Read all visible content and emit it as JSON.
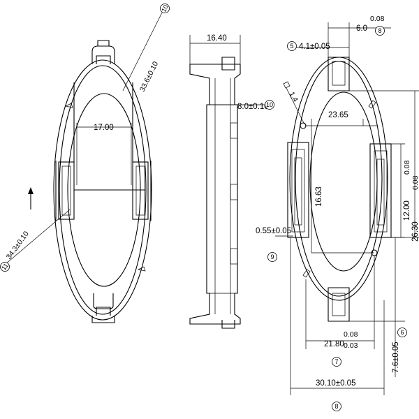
{
  "left_view": {
    "dims": {
      "width_17": "17.00",
      "callout_top": "33.6±0.10",
      "callout_top_num": "10",
      "callout_bottom": "34.3±0.10",
      "callout_bottom_num": "11"
    }
  },
  "middle_view": {
    "dims": {
      "width_top": "16.40",
      "height_8": "8.0±0.10",
      "height_8_num": "10"
    }
  },
  "right_view": {
    "dims": {
      "top_41": "4.1±0.05",
      "top_41_num": "5",
      "top_60": "6.0",
      "top_60_tol": "0.08",
      "top_60_num": "8",
      "angle_callout": "1.4",
      "width_2365": "23.65",
      "height_1663": "16.63",
      "right_12": "12.00",
      "right_12_tol": "0.08",
      "right_263": "26.30",
      "right_263_tol": "0.08",
      "dia_055": "0.55±0.05",
      "dia_055_num": "9",
      "bottom_218": "21.80",
      "bottom_218_tol1": "0.08",
      "bottom_218_tol2": "0.03",
      "bottom_218_num": "7",
      "right_76": "7.6±0.05",
      "right_76_num": "6",
      "bottom_301": "30.10±0.05",
      "bottom_301_num": "8"
    }
  }
}
